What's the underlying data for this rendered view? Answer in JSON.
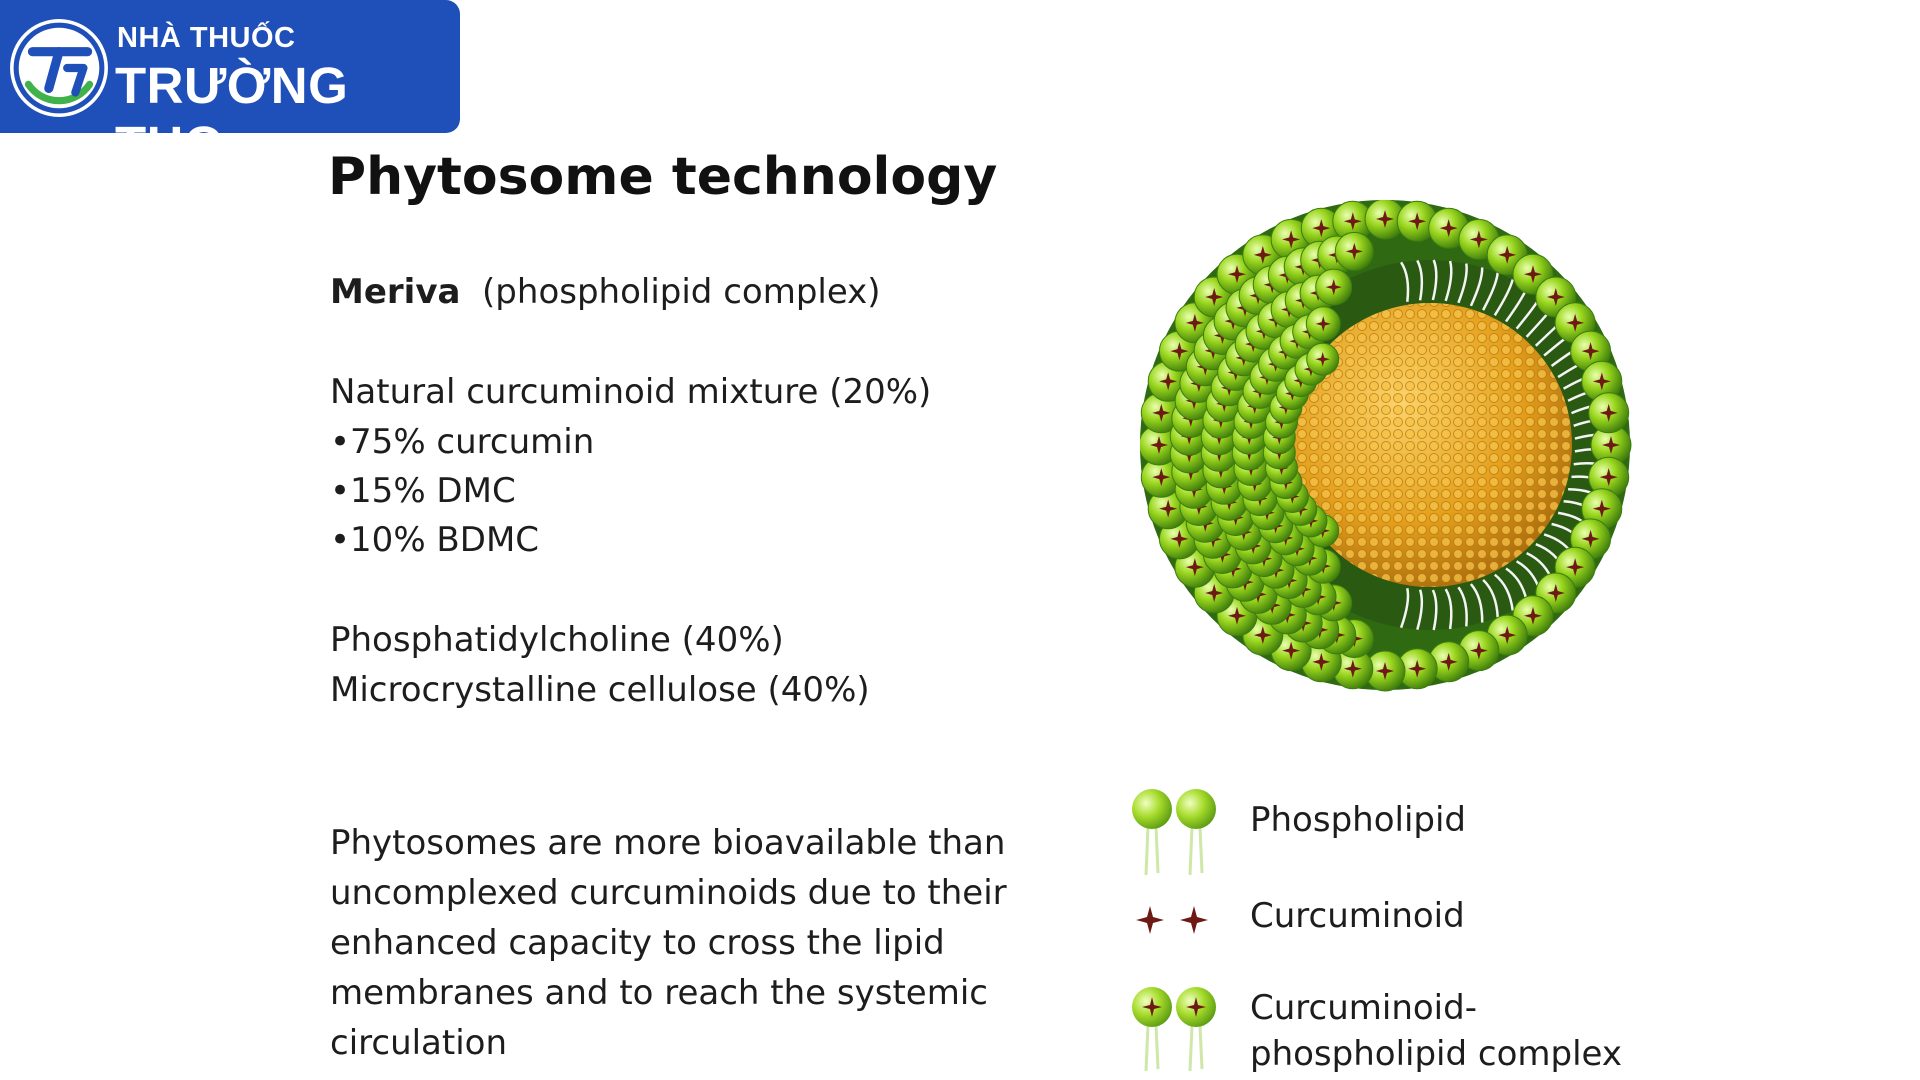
{
  "logo": {
    "line1": "NHÀ THUỐC",
    "line2": "TRƯỜNG THỌ",
    "brand_color": "#1f4fb8",
    "badge_letters": "TT"
  },
  "title": "Phytosome technology",
  "meriva": {
    "name": "Meriva",
    "desc": "(phospholipid complex)"
  },
  "mixture": {
    "heading": "Natural curcuminoid mixture (20%)",
    "items": [
      "•75% curcumin",
      "•15% DMC",
      "•10% BDMC"
    ]
  },
  "components": [
    "Phosphatidylcholine (40%)",
    "Microcrystalline cellulose (40%)"
  ],
  "paragraph": [
    "Phytosomes are more bioavailable than",
    "uncomplexed curcuminoids due to their",
    "enhanced capacity to cross the lipid",
    "membranes and to reach the systemic",
    "circulation"
  ],
  "legend": {
    "phospholipid": "Phospholipid",
    "curcuminoid": "Curcuminoid",
    "complex_line1": "Curcuminoid-",
    "complex_line2": "phospholipid complex"
  },
  "colors": {
    "phospholipid_green": "#8fd01c",
    "curcuminoid_red": "#6e1a14",
    "core_orange": "#e6a21e"
  }
}
